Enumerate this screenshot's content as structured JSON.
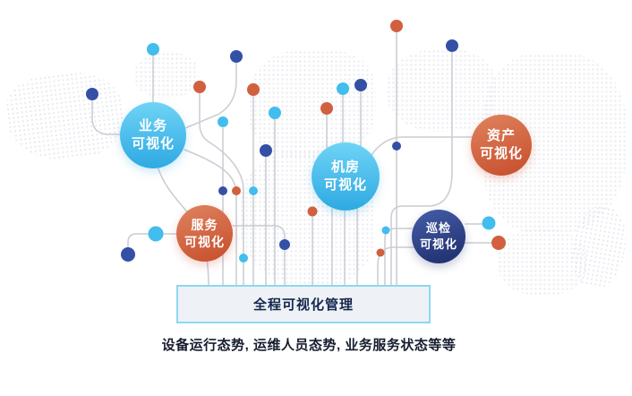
{
  "diagram": {
    "nodes": [
      {
        "id": "business",
        "label": "业务\n可视化",
        "theme": "blue"
      },
      {
        "id": "room",
        "label": "机房\n可视化",
        "theme": "blue"
      },
      {
        "id": "asset",
        "label": "资产\n可视化",
        "theme": "orange"
      },
      {
        "id": "service",
        "label": "服务\n可视化",
        "theme": "orange"
      },
      {
        "id": "inspection",
        "label": "巡检\n可视化",
        "theme": "navy"
      }
    ],
    "box_label": "全程可视化管理",
    "caption": "设备运行态势, 运维人员态势, 业务服务状态等等",
    "colors": {
      "light_blue": "#41bdee",
      "navy": "#3350a5",
      "orange": "#d1603f",
      "connector_line": "#c9ccd2",
      "box_border": "#8ed7f2",
      "box_background": "#eef2f7",
      "box_text": "#15254c",
      "caption_text": "#161d2e",
      "map_dots": "#e3e5ec"
    }
  }
}
